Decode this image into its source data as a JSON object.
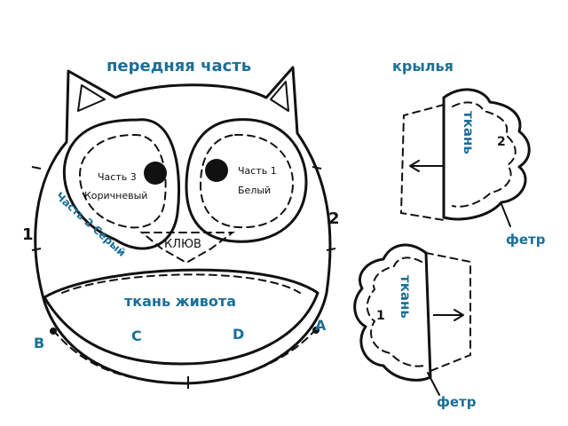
{
  "front": {
    "title": "передняя часть",
    "part3_label": "Часть 3",
    "part3_color": "Коричневый",
    "part1_label": "Часть 1",
    "part1_color": "Белый",
    "part2_label": "Часть 2 Серый",
    "beak_label": "КЛЮВ",
    "belly_label": "ткань живота",
    "mark_1": "1",
    "mark_2": "2",
    "mark_a": "A",
    "mark_b": "B",
    "mark_c": "C",
    "mark_d": "D"
  },
  "wings": {
    "title": "крылья",
    "fabric_label": "ткань",
    "felt_label": "фетр",
    "mark_2": "2",
    "mark_1": "1"
  },
  "colors": {
    "label_blue": "#1a6f98",
    "ink": "#111111"
  }
}
